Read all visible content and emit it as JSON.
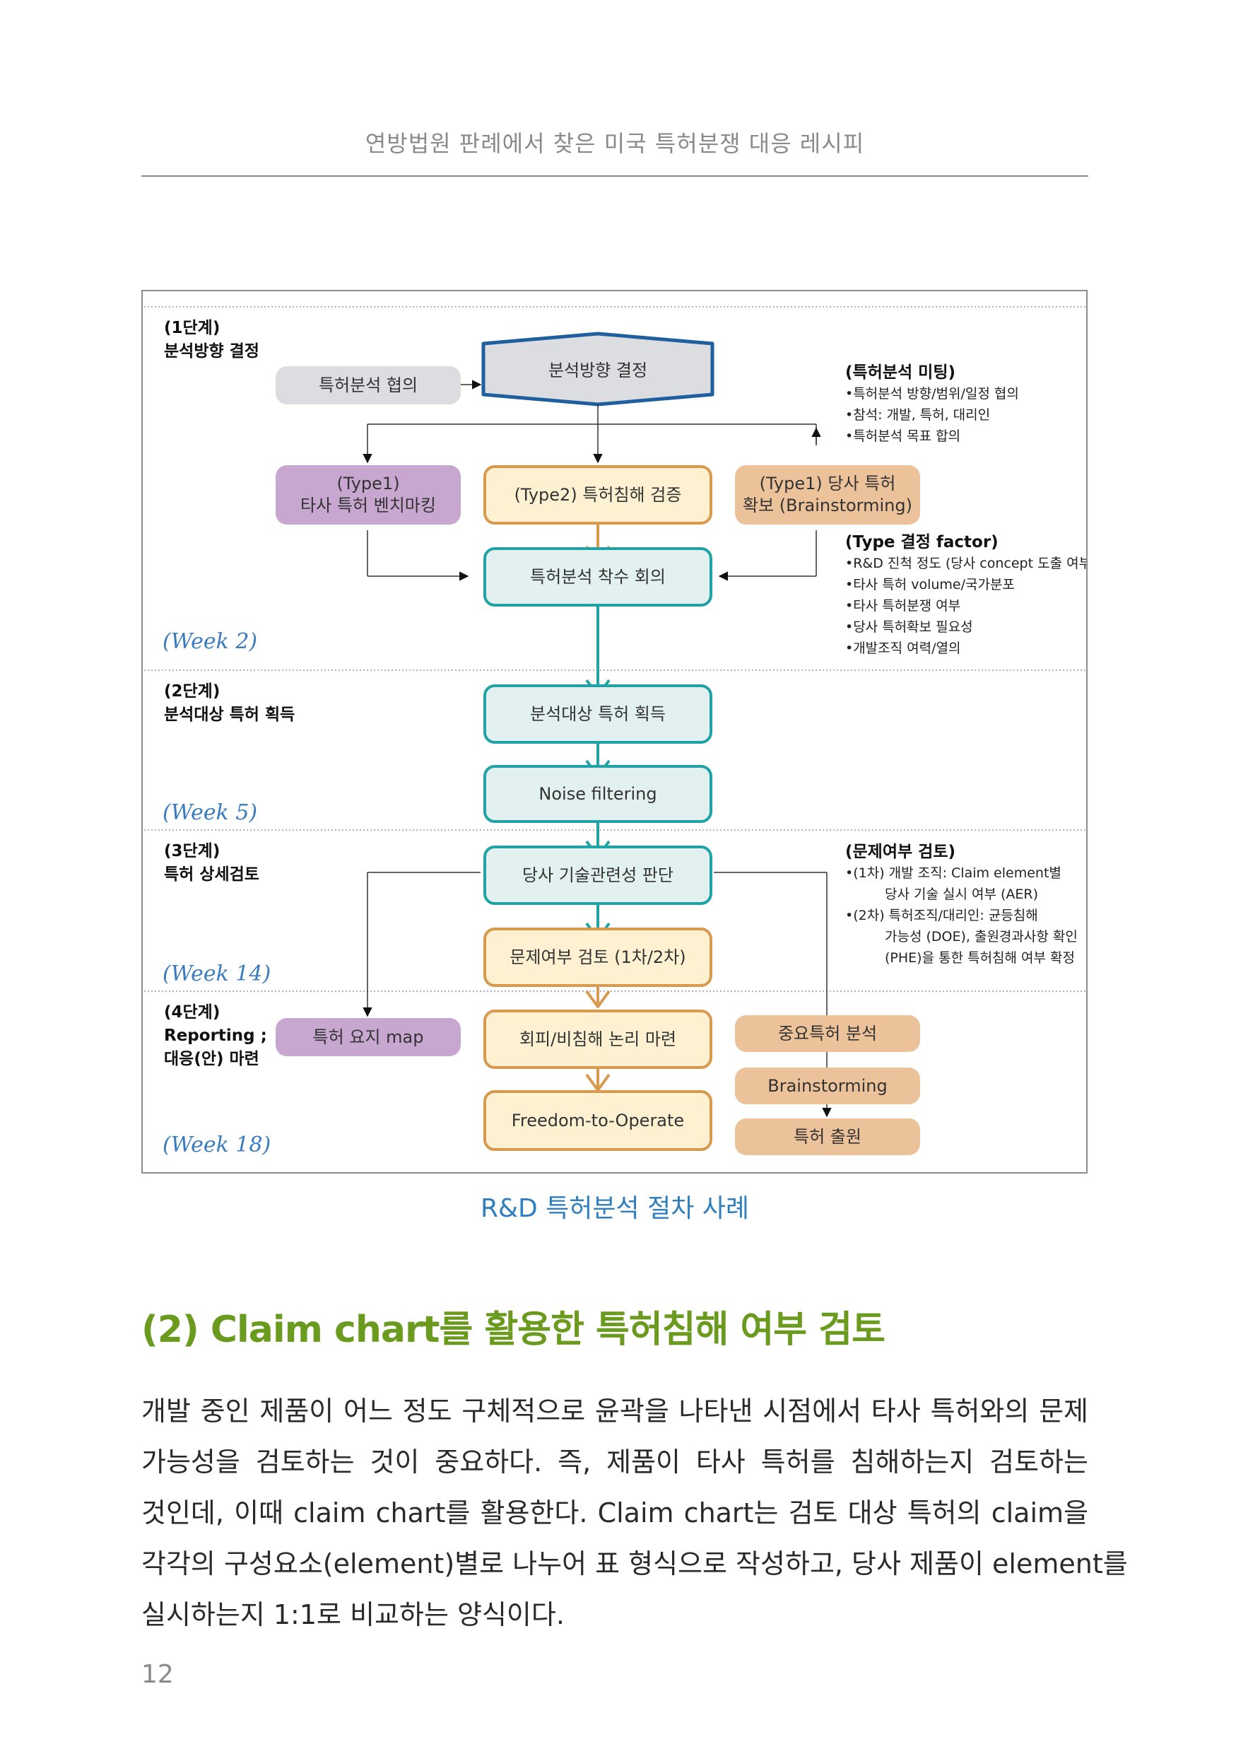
{
  "header": {
    "running_title": "연방법원 판례에서 찾은 미국 특허분쟁 대응 레시피"
  },
  "diagram": {
    "stages": [
      {
        "step": "(1단계)",
        "name": "분석방향 결정",
        "week": "(Week 2)"
      },
      {
        "step": "(2단계)",
        "name": "분석대상 특허 획득",
        "week": "(Week 5)"
      },
      {
        "step": "(3단계)",
        "name": "특허 상세검토",
        "week": "(Week 14)"
      },
      {
        "step": "(4단계)",
        "name_lines": [
          "Reporting ;",
          "대응(안) 마련"
        ],
        "week": "(Week 18)"
      }
    ],
    "nodes": {
      "consult": "특허분석 협의",
      "direction": "분석방향 결정",
      "type1_benchmark_lines": [
        "(Type1)",
        "타사 특허 벤치마킹"
      ],
      "type2_verify": "(Type2) 특허침해 검증",
      "type1_secure_lines": [
        "(Type1) 당사 특허",
        "확보 (Brainstorming)"
      ],
      "kickoff": "특허분석 착수 회의",
      "acquire": "분석대상 특허 획득",
      "noise": "Noise filtering",
      "relevance": "당사 기술관련성 판단",
      "issue_review": "문제여부 검토 (1차/2차)",
      "summary_map": "특허 요지 map",
      "avoidance": "회피/비침해 논리 마련",
      "fto": "Freedom-to-Operate",
      "key_patent": "중요특허 분석",
      "brainstorming": "Brainstorming",
      "filing": "특허 출원"
    },
    "notes": {
      "meeting": {
        "title": "(특허분석 미팅)",
        "items": [
          "•특허분석 방향/범위/일정 협의",
          "•참석: 개발, 특허, 대리인",
          "•특허분석 목표 합의"
        ]
      },
      "type_factor": {
        "title": "(Type 결정 factor)",
        "items": [
          "•R&D 진척 정도 (당사 concept 도출 여부)",
          "•타사 특허 volume/국가분포",
          "•타사 특허분쟁 여부",
          "•당사 특허확보 필요성",
          "•개발조직 여력/열의"
        ]
      },
      "issue_check": {
        "title": "(문제여부 검토)",
        "items": [
          "•(1차) 개발 조직: Claim element별",
          "당사 기술 실시 여부 (AER)",
          "•(2차) 특허조직/대리인: 균등침해",
          "가능성 (DOE), 출원경과사항 확인",
          "(PHE)을 통한 특허침해 여부 확정"
        ]
      }
    },
    "colors": {
      "teal": "#21a3a6",
      "orange": "#d79a4e",
      "blue": "#1f5f9e",
      "purple": "#c7a7cf",
      "peach": "#ecc29a",
      "grey": "#dcdde0"
    }
  },
  "caption": "R&D 특허분석 절차 사례",
  "section_title": "(2) Claim chart를 활용한 특허침해 여부 검토",
  "body_lines": [
    "개발 중인 제품이 어느 정도 구체적으로 윤곽을 나타낸 시점에서 타사 특허와의 문제",
    "가능성을 검토하는 것이 중요하다. 즉, 제품이 타사 특허를 침해하는지 검토하는",
    "것인데, 이때 claim chart를 활용한다. Claim chart는 검토 대상 특허의 claim을",
    "각각의 구성요소(element)별로 나누어 표 형식으로 작성하고, 당사 제품이 element를",
    "실시하는지 1:1로 비교하는 양식이다."
  ],
  "page_number": "12"
}
